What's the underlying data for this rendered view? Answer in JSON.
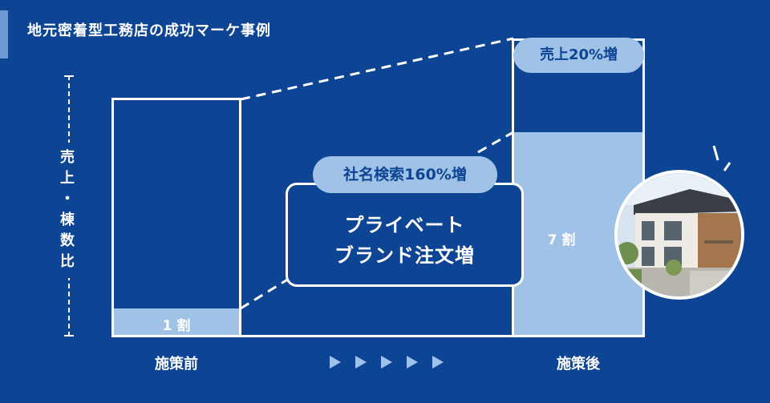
{
  "title": "地元密着型工務店の成功マーケ事例",
  "y_axis_label": [
    "売",
    "上",
    "・",
    "棟",
    "数",
    "比"
  ],
  "before": {
    "label": "施策前",
    "share_label": "1 割"
  },
  "after": {
    "label": "施策後",
    "share_label": "7 割"
  },
  "badges": {
    "sales_increase": "売上20%増",
    "name_search": "社名検索160%増"
  },
  "center_box": {
    "line1": "プライベート",
    "line2": "ブランド注文増"
  },
  "colors": {
    "background": "#0d4594",
    "accent": "#9fc2e6",
    "white": "#ffffff"
  }
}
